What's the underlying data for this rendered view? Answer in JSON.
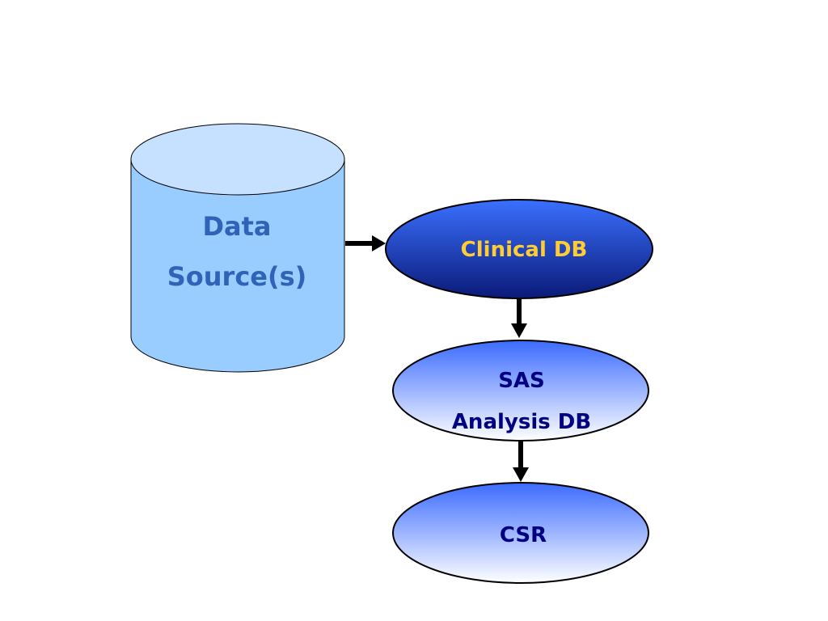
{
  "diagram": {
    "source": {
      "line1": "Data",
      "line2": "Source(s)"
    },
    "clinical_db": {
      "label": "Clinical DB"
    },
    "sas_db": {
      "line1": "SAS",
      "line2": "Analysis DB"
    },
    "csr": {
      "label": "CSR"
    }
  },
  "colors": {
    "cylinder_body": "#99ccff",
    "cylinder_top": "#c5e1ff",
    "source_text": "#2e63b8",
    "clinical_top": "#3a70ff",
    "clinical_bottom": "#0a1a78",
    "clinical_text": "#ffcc33",
    "node_top": "#3b6bff",
    "node_bottom": "#ffffff",
    "node_text": "#000080",
    "arrow": "#000000"
  }
}
